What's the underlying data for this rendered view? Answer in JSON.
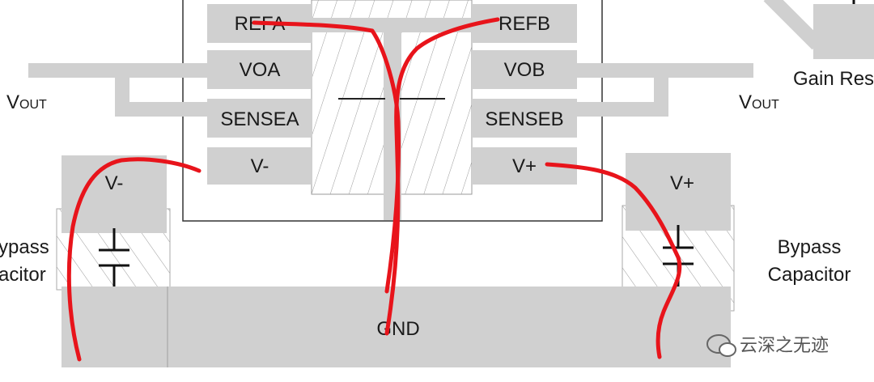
{
  "pins_left": [
    "REFA",
    "VOA",
    "SENSEA",
    "V-"
  ],
  "pins_right": [
    "REFB",
    "VOB",
    "SENSEB",
    "V+"
  ],
  "gnd_label": "GND",
  "vout_left": {
    "main": "V",
    "sub": "OUT"
  },
  "vout_right": {
    "main": "V",
    "sub": "OUT"
  },
  "left_pad_label": "V-",
  "right_pad_label": "V+",
  "bypass_left": {
    "line1": "ypass",
    "line2": "acitor"
  },
  "bypass_right": {
    "line1": "Bypass",
    "line2": "Capacitor"
  },
  "gain_resistor_label": "Gain Res",
  "watermark_text": "云深之无迹",
  "colors": {
    "copper": "#d0d0d0",
    "annotation": "#e8141b",
    "outline": "#333333"
  }
}
